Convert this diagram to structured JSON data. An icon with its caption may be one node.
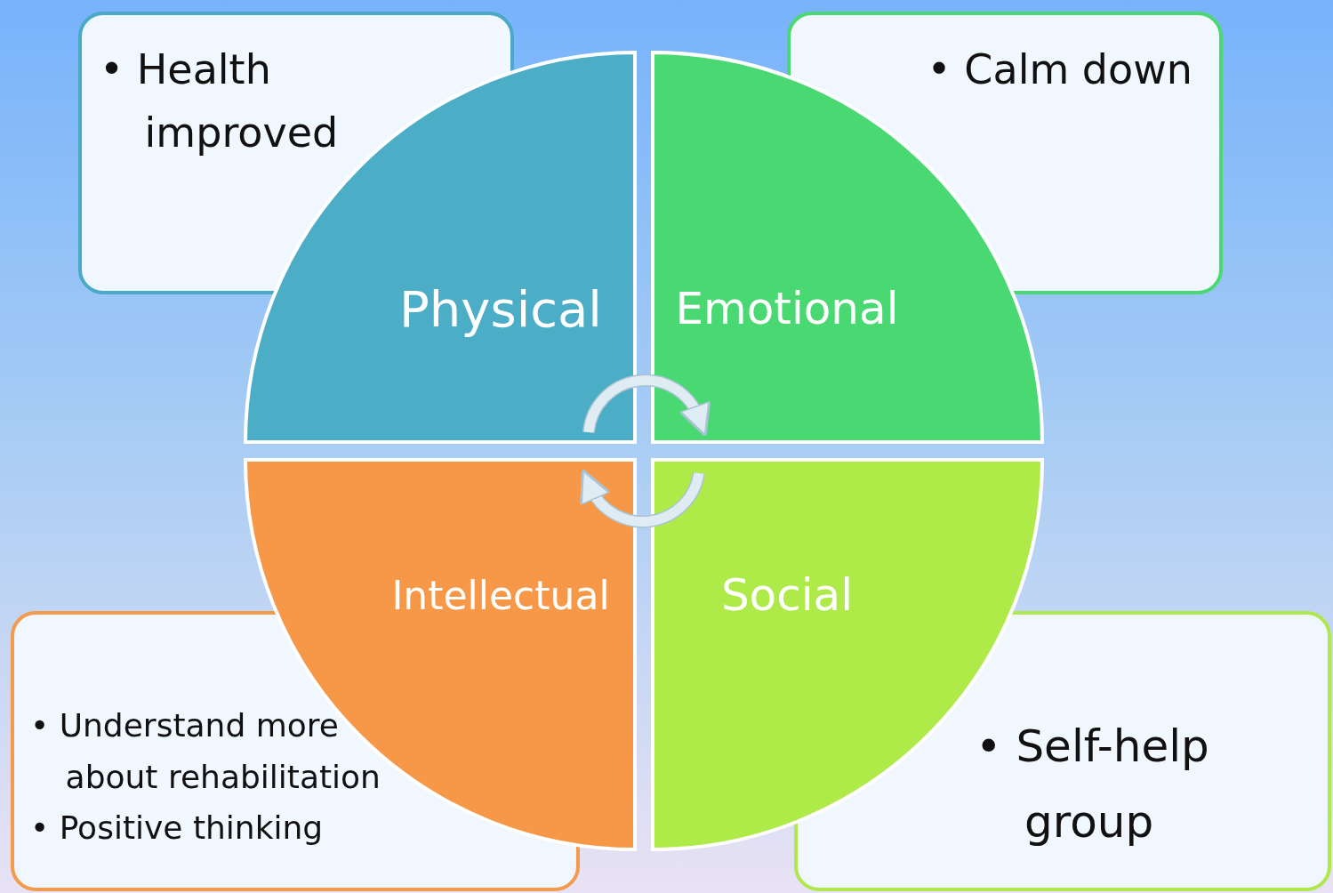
{
  "diagram": {
    "nodes": [
      {
        "text": [
          "• Health improved"
        ]
      },
      {
        "text": [
          "• Calm down"
        ]
      },
      {
        "text": [
          "Physical"
        ]
      },
      {
        "text": [
          "Emotional"
        ]
      },
      {
        "text": [
          "Intellectual"
        ]
      },
      {
        "text": [
          "Social"
        ]
      },
      {
        "text": [
          "• Understand more about rehabilitation",
          "• Positive thinking"
        ]
      },
      {
        "text": [
          "• Self-help group"
        ]
      }
    ],
    "edges": [
      {
        "from": 2,
        "to": 3,
        "arrow": "to"
      },
      {
        "from": 5,
        "to": 4,
        "arrow": "to"
      }
    ]
  }
}
